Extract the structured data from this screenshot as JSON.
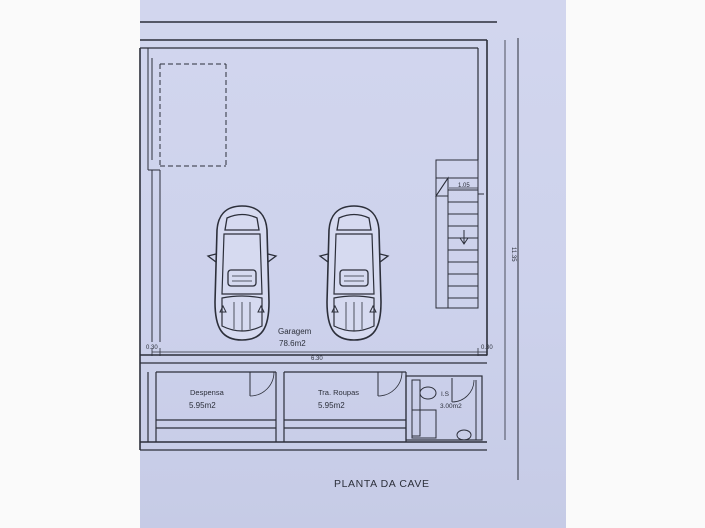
{
  "drawing": {
    "title": "PLANTA DA CAVE",
    "rooms": {
      "garage": {
        "name": "Garagem",
        "area": "78.6m2"
      },
      "pantry": {
        "name": "Despensa",
        "area": "5.95m2"
      },
      "laundry": {
        "name": "Tra. Roupas",
        "area": "5.95m2"
      },
      "wc": {
        "name": "I.S",
        "area": "3.00m2"
      }
    },
    "dimensions": {
      "total_height": "11.35",
      "garage_width": "6.30",
      "wall_left": "0.30",
      "wall_right": "0.30",
      "stair_width": "1.05"
    }
  },
  "colors": {
    "paper": "#cfd4ec",
    "ink": "#2c2f3a",
    "margin": "#fafafa"
  }
}
